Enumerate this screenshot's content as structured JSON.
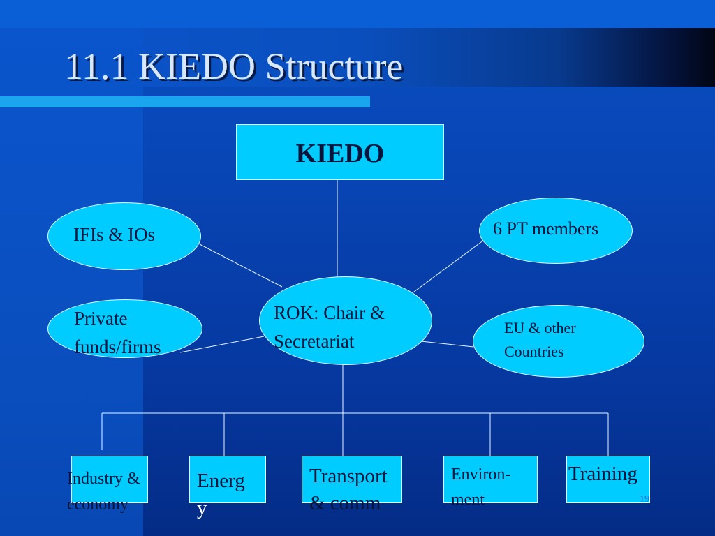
{
  "slide": {
    "title": "11.1 KIEDO Structure",
    "slide_number": "19",
    "colors": {
      "background": "#0846b6",
      "shape_fill": "#00ccff",
      "shape_text": "#04143a",
      "title_text": "#d8e8f8",
      "accent_underline": "#1aa6ee"
    }
  },
  "diagram": {
    "root": "KIEDO",
    "center": {
      "line1": "ROK: Chair &",
      "line2": "Secretariat"
    },
    "partners": {
      "ifis": "IFIs & IOs",
      "private": {
        "line1": "Private",
        "line2": "funds/firms"
      },
      "pt_members": "6 PT members",
      "eu": {
        "line1": "EU & other",
        "line2": "Countries"
      }
    },
    "divisions": [
      {
        "line1": "Industry &",
        "line2": "economy"
      },
      {
        "line1": "Energ",
        "line2": "y"
      },
      {
        "line1": "Transport",
        "line2": "& comm"
      },
      {
        "line1": "Environ-",
        "line2": "ment"
      },
      {
        "line1": "Training",
        "line2": ""
      }
    ]
  }
}
